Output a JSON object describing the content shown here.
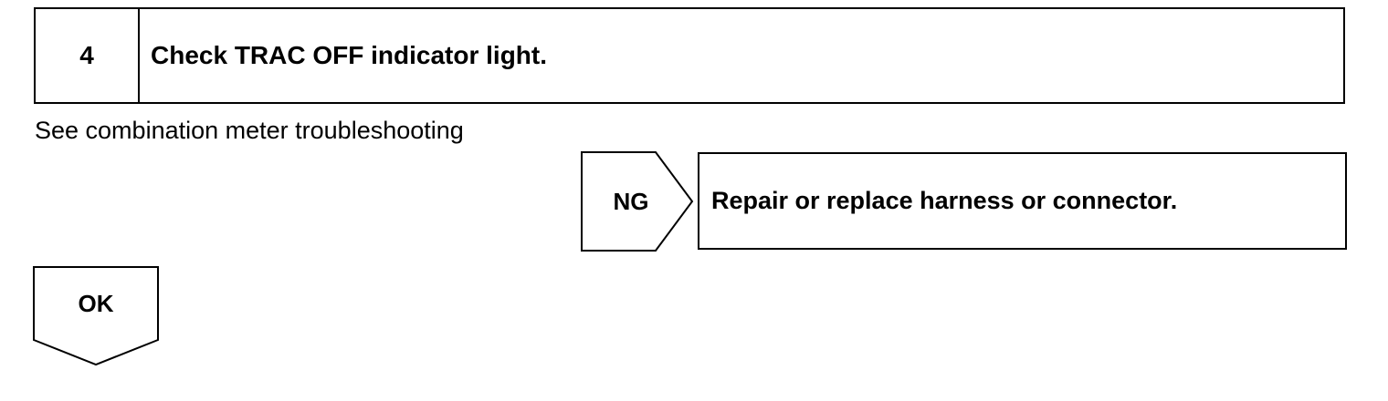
{
  "step": {
    "number": "4",
    "title": "Check TRAC OFF indicator light."
  },
  "instruction": "See combination meter troubleshooting",
  "ng_branch": {
    "label": "NG",
    "action": "Repair or replace harness or connector."
  },
  "ok_branch": {
    "label": "OK"
  }
}
